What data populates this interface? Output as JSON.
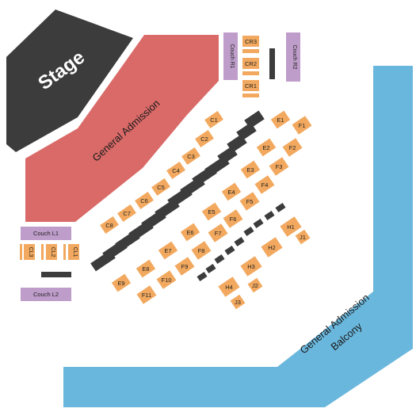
{
  "colors": {
    "stage": "#3c3c3c",
    "general_admission": "#d96a68",
    "balcony": "#6ab7dd",
    "section": "#f2a95f",
    "couch": "#bf9dca",
    "blocked": "#3c3c3c"
  },
  "stage": {
    "label": "Stage"
  },
  "general_admission": {
    "label": "General Admission"
  },
  "balcony": {
    "line1": "General Admission",
    "line2": "Balcony"
  },
  "couches": {
    "r1": "Couch R1",
    "r2": "Couch R2",
    "l1": "Couch L1",
    "l2": "Couch L2"
  },
  "cr_sections": {
    "cr3": "CR3",
    "cr2": "CR2",
    "cr1": "CR1"
  },
  "cl_sections": {
    "cl3": "CL3",
    "cl2": "CL2",
    "cl1": "CL1"
  },
  "sections": {
    "c": [
      "C1",
      "C2",
      "C3",
      "C4",
      "C5",
      "C6",
      "C7",
      "C8"
    ],
    "e": [
      "E1",
      "E2",
      "E3",
      "E4",
      "E5",
      "E6",
      "E7",
      "E8",
      "E9"
    ],
    "f": [
      "F1",
      "F2",
      "F3",
      "F4",
      "F5",
      "F6",
      "F7",
      "F8",
      "F9",
      "F10",
      "F11"
    ],
    "h": [
      "H1",
      "H2",
      "H3",
      "H4"
    ],
    "j": [
      "J1",
      "J2",
      "J3"
    ]
  }
}
